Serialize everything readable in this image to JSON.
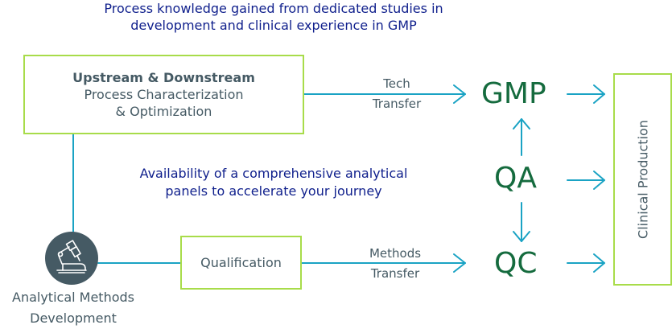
{
  "headline": {
    "line1": "Process knowledge gained from dedicated studies in",
    "line2": "development and clinical experience in GMP"
  },
  "availability": {
    "line1": "Availability of a comprehensive analytical",
    "line2": "panels to accelerate your journey"
  },
  "upstream_box": {
    "title": "Upstream & Downstream",
    "line2": "Process Characterization",
    "line3": "& Optimization"
  },
  "tech_transfer": {
    "line1": "Tech",
    "line2": "Transfer"
  },
  "methods_transfer": {
    "line1": "Methods",
    "line2": "Transfer"
  },
  "qualification_box": {
    "label": "Qualification"
  },
  "nodes": {
    "gmp": "GMP",
    "qa": "QA",
    "qc": "QC"
  },
  "clinical_box": {
    "label": "Clinical Production"
  },
  "analytical_methods": {
    "icon": "microscope-icon",
    "line1": "Analytical Methods",
    "line2": "Development"
  },
  "colors": {
    "navy_text": "#0f1f8c",
    "slate_text": "#455a64",
    "node_green": "#156b3e",
    "box_border": "#a8dc4a",
    "connector_teal": "#1aa3c4",
    "icon_bg": "#455a64"
  }
}
